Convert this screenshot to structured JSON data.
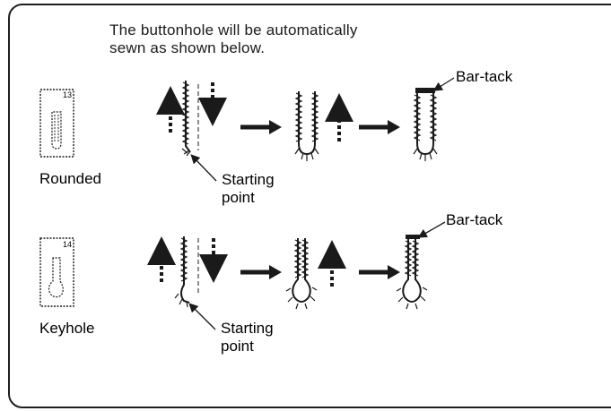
{
  "intro": {
    "line1": "The buttonhole will be automatically",
    "line2": "sewn as shown below."
  },
  "rows": [
    {
      "label": "Rounded",
      "pattern_number": "13",
      "bar_tack_label": "Bar-tack",
      "start_label_line1": "Starting",
      "start_label_line2": "point"
    },
    {
      "label": "Keyhole",
      "pattern_number": "14",
      "bar_tack_label": "Bar-tack",
      "start_label_line1": "Starting",
      "start_label_line2": "point"
    }
  ],
  "colors": {
    "ink": "#1a1a1a",
    "paper": "#ffffff"
  }
}
